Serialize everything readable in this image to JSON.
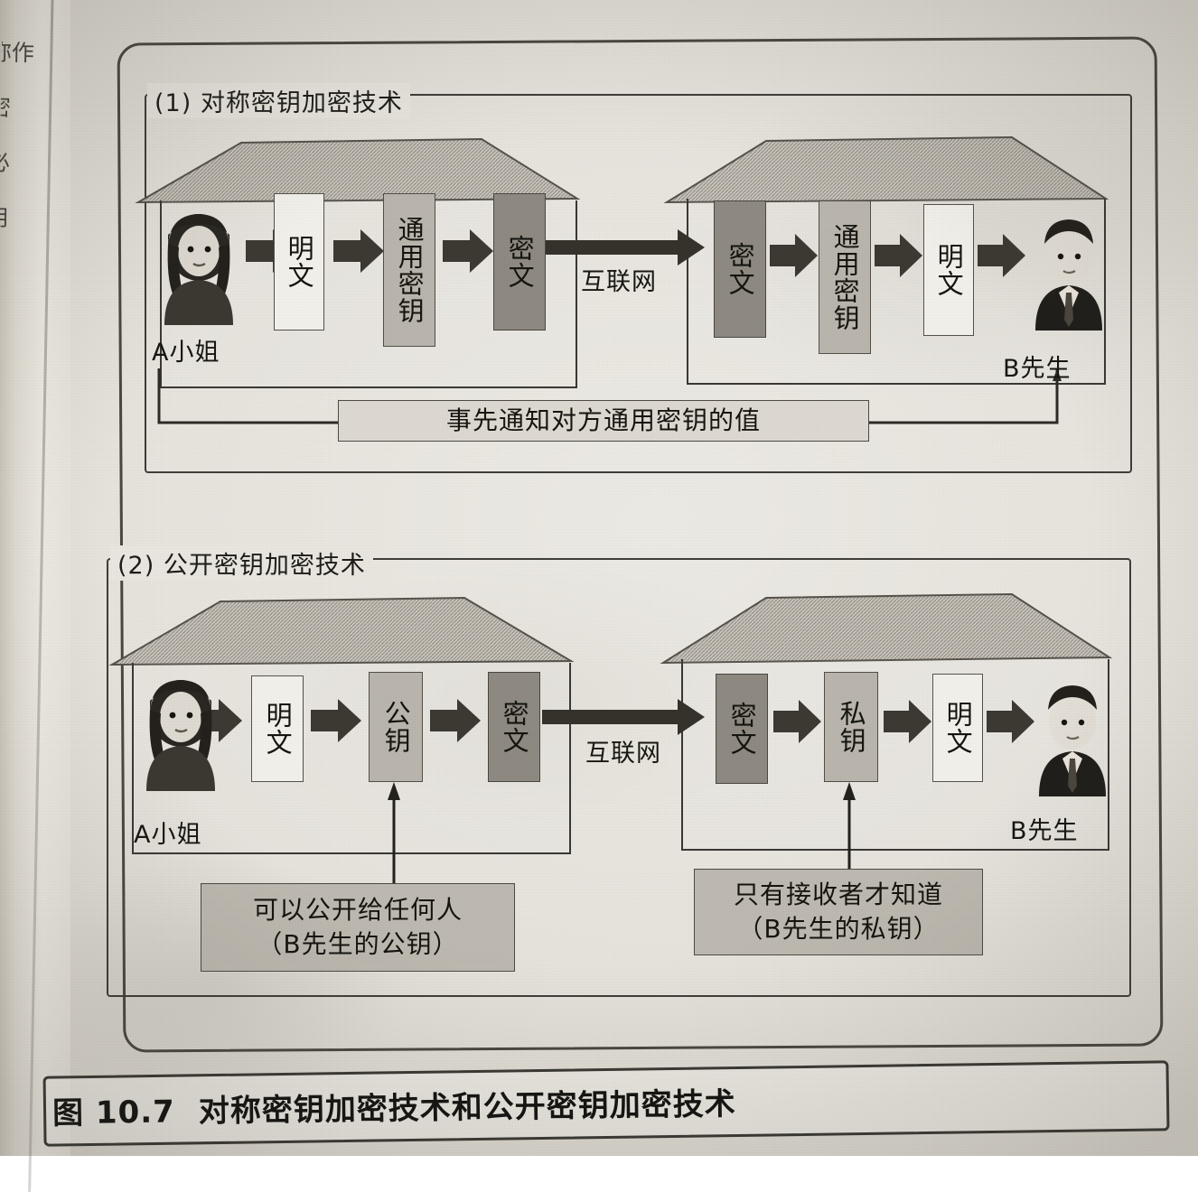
{
  "margin_text": [
    "称作",
    "密",
    "必",
    "用"
  ],
  "figure": {
    "number": "图 10.7",
    "caption": "对称密钥加密技术和公开密钥加密技术"
  },
  "sections": [
    {
      "id": "symmetric",
      "title": "(1) 对称密钥加密技术",
      "sender": {
        "person_label": "A小姐",
        "person_icon": "woman-avatar-icon",
        "steps": [
          {
            "label": "明文",
            "style": "plain"
          },
          {
            "label": "通用密钥",
            "style": "midkey"
          },
          {
            "label": "密文",
            "style": "cipher"
          }
        ]
      },
      "network_label": "互联网",
      "receiver": {
        "person_label": "B先生",
        "person_icon": "man-avatar-icon",
        "steps": [
          {
            "label": "密文",
            "style": "cipher"
          },
          {
            "label": "通用密钥",
            "style": "midkey"
          },
          {
            "label": "明文",
            "style": "plain"
          }
        ]
      },
      "note": {
        "text": "事先通知对方通用密钥的值",
        "style": "light"
      }
    },
    {
      "id": "public-key",
      "title": "(2) 公开密钥加密技术",
      "sender": {
        "person_label": "A小姐",
        "person_icon": "woman-avatar-icon",
        "steps": [
          {
            "label": "明文",
            "style": "plain"
          },
          {
            "label": "公钥",
            "style": "midkey"
          },
          {
            "label": "密文",
            "style": "cipher"
          }
        ]
      },
      "network_label": "互联网",
      "receiver": {
        "person_label": "B先生",
        "person_icon": "man-avatar-icon",
        "steps": [
          {
            "label": "密文",
            "style": "cipher"
          },
          {
            "label": "私钥",
            "style": "midkey"
          },
          {
            "label": "明文",
            "style": "plain"
          }
        ]
      },
      "notes": [
        {
          "line1": "可以公开给任何人",
          "line2": "（B先生的公钥）",
          "target": "公钥"
        },
        {
          "line1": "只有接收者才知道",
          "line2": "（B先生的私钥）",
          "target": "私钥"
        }
      ]
    }
  ],
  "colors": {
    "ink": "#1d1c19",
    "frame": "#4a4741",
    "plain_box": "#f2f0ea",
    "key_box": "#b9b5ac",
    "cipher_box": "#8e8a82",
    "note_box": "#bdb9b0",
    "paper": "#e9e6df"
  }
}
